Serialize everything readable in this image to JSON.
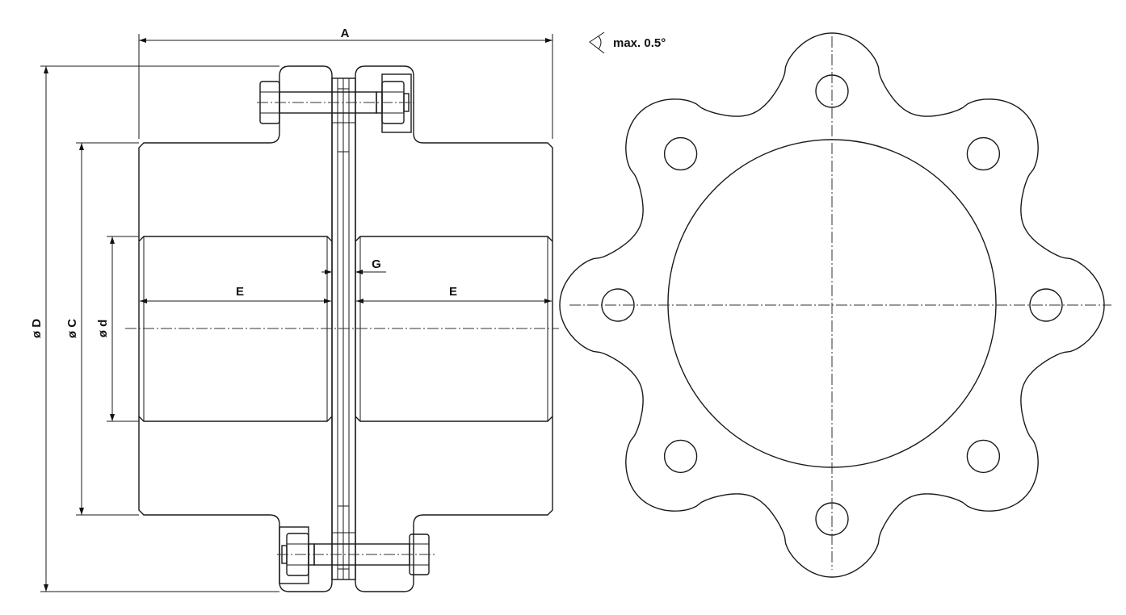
{
  "labels": {
    "overall_length": "A",
    "hub_length_left": "E",
    "hub_length_right": "E",
    "gap": "G",
    "outer_diameter": "ø D",
    "hub_diameter": "ø C",
    "bore_diameter": "ø d",
    "angular_misalignment": "max. 0.5°"
  },
  "icons": {
    "angle": "angle-symbol-icon"
  },
  "colors": {
    "line": "#1a1a1a",
    "background": "#ffffff"
  }
}
